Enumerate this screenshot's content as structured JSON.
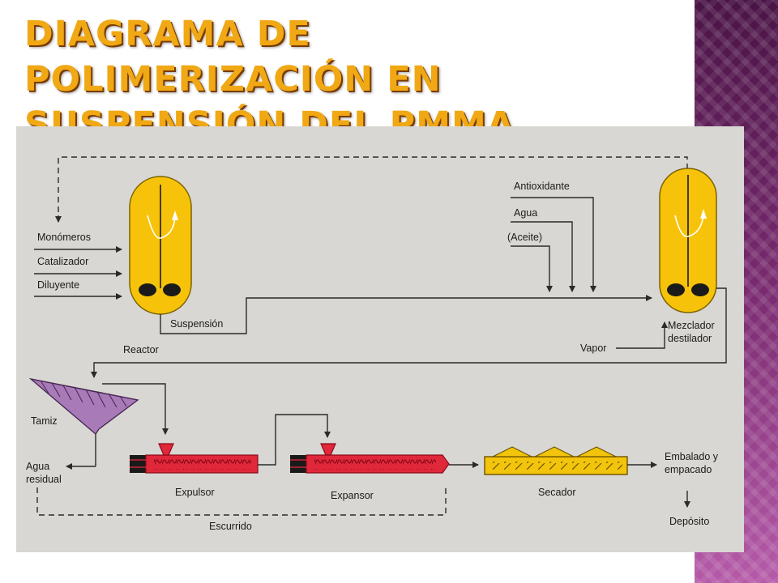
{
  "title": "Diagrama de polimerización en suspensión del PMMA",
  "colors": {
    "title": "#f0a814",
    "diagram_background": "#d9d7d3",
    "vessel": "#f7c30a",
    "extruder": "#e0283a",
    "sieve": "#a97ab8",
    "dryer": "#f2c40c",
    "side_panel": "#6b2462"
  },
  "labels": {
    "monomeros": "Monómeros",
    "catalizador": "Catalizador",
    "diluyente": "Diluyente",
    "suspension": "Suspensión",
    "reactor": "Reactor",
    "antioxidante": "Antioxidante",
    "agua": "Agua",
    "aceite": "(Aceite)",
    "vapor": "Vapor",
    "mezclador_1": "Mezclador",
    "mezclador_2": "destilador",
    "tamiz": "Tamiz",
    "agua_residual_1": "Agua",
    "agua_residual_2": "residual",
    "expulsor": "Expulsor",
    "expansor": "Expansor",
    "secador": "Secador",
    "embalado_1": "Embalado y",
    "embalado_2": "empacado",
    "deposito": "Depósito",
    "escurrido": "Escurrido"
  }
}
